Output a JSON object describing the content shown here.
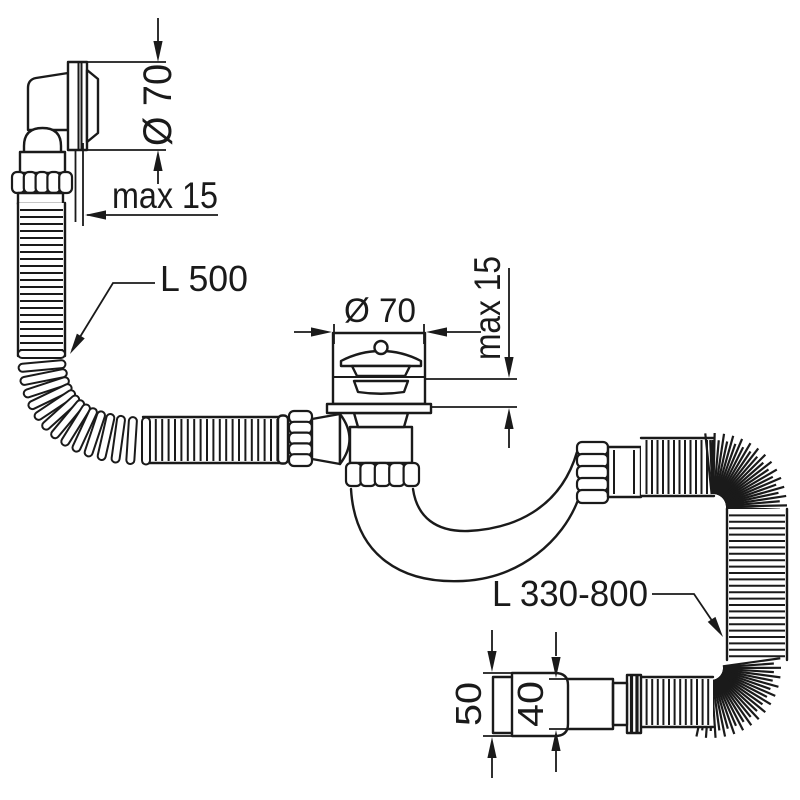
{
  "colors": {
    "background": "#ffffff",
    "line": "#1a1a1a"
  },
  "labels": {
    "overflow_diameter": "Ø 70",
    "overflow_wall": "max 15",
    "overflow_hose_length": "L 500",
    "drain_diameter": "Ø 70",
    "drain_wall": "max 15",
    "outlet_hose_length": "L 330-800",
    "outlet_outer_diameter": "50",
    "outlet_inner_diameter": "40"
  }
}
